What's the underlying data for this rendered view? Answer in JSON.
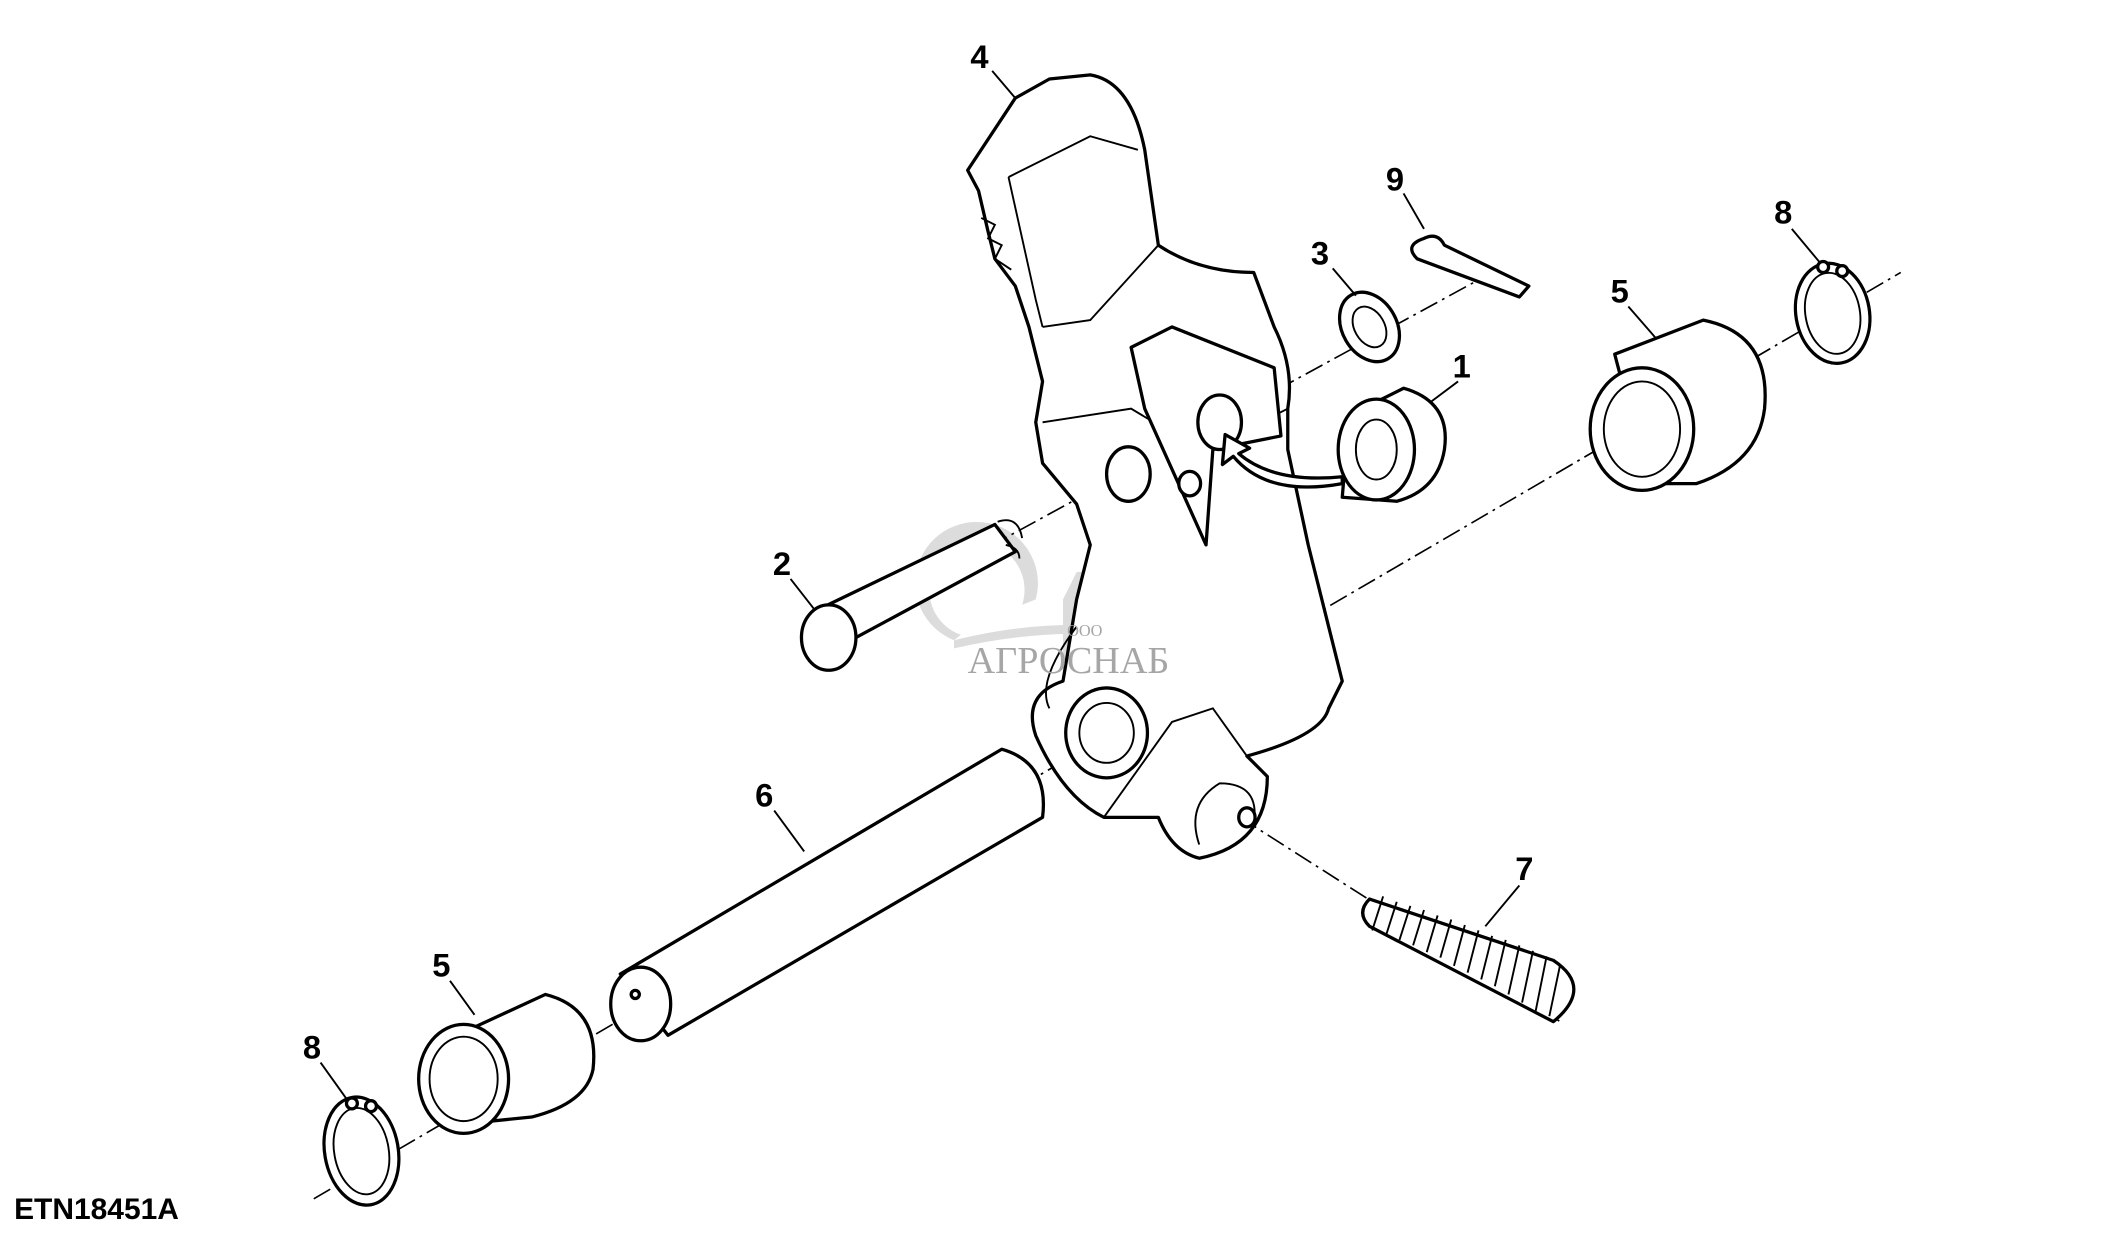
{
  "diagram": {
    "figure_id": "ETN18451A",
    "callouts": {
      "c1": "1",
      "c2": "2",
      "c3": "3",
      "c4": "4",
      "c5_top": "5",
      "c5_bottom": "5",
      "c6": "6",
      "c7": "7",
      "c8_top": "8",
      "c8_bottom": "8",
      "c9": "9"
    },
    "watermark": {
      "prefix": "ООО",
      "name": "АГРОСНАБ"
    }
  }
}
